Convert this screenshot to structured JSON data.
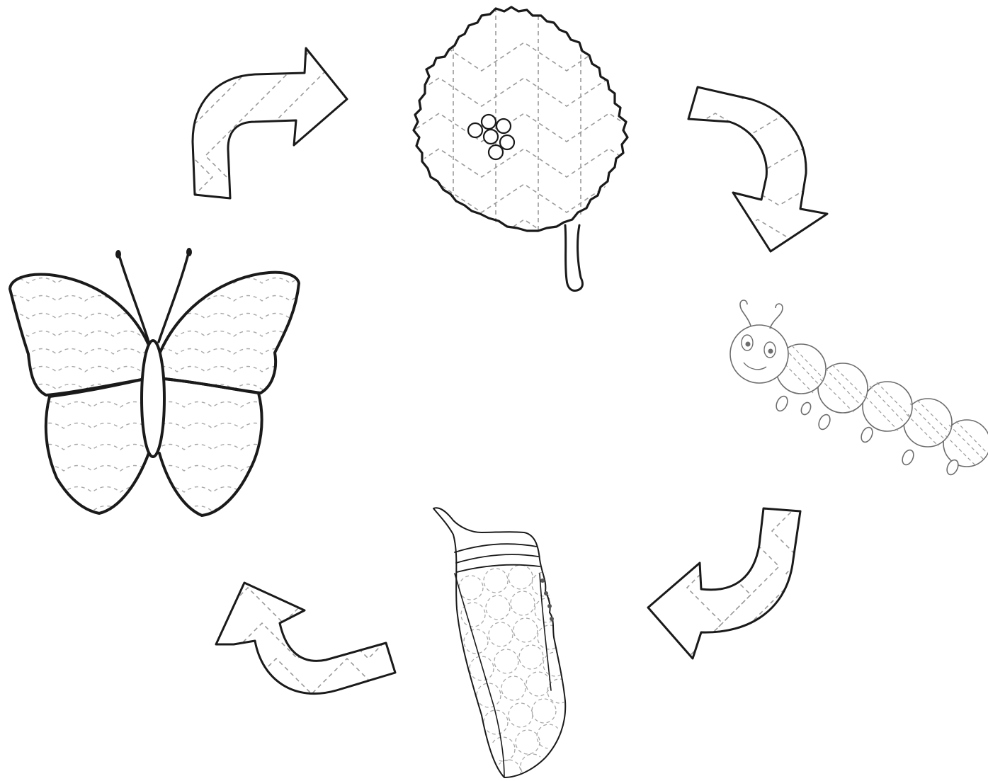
{
  "diagram": {
    "type": "life-cycle",
    "colors": {
      "outline": "#1a1a1a",
      "trace": "#9a9a9a",
      "background": "#ffffff"
    },
    "stages": [
      {
        "id": "eggs-on-leaf",
        "icon": "leaf-with-eggs-icon"
      },
      {
        "id": "caterpillar",
        "icon": "caterpillar-icon"
      },
      {
        "id": "chrysalis",
        "icon": "chrysalis-icon"
      },
      {
        "id": "butterfly",
        "icon": "butterfly-icon"
      }
    ],
    "arrows": [
      {
        "from": "butterfly",
        "to": "eggs-on-leaf",
        "icon": "curved-arrow-icon"
      },
      {
        "from": "eggs-on-leaf",
        "to": "caterpillar",
        "icon": "curved-arrow-icon"
      },
      {
        "from": "caterpillar",
        "to": "chrysalis",
        "icon": "curved-arrow-icon"
      },
      {
        "from": "chrysalis",
        "to": "butterfly",
        "icon": "curved-arrow-icon"
      }
    ]
  }
}
